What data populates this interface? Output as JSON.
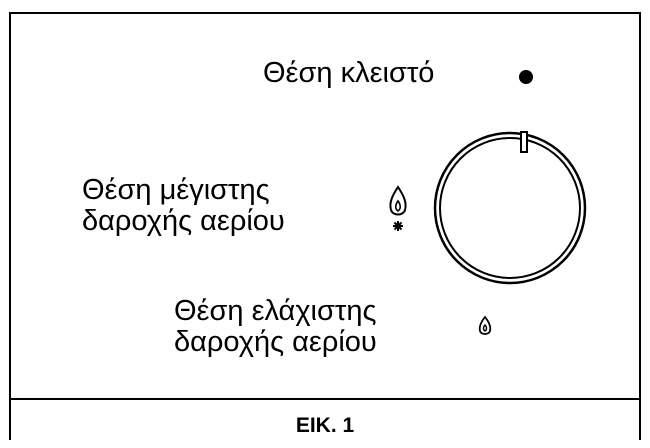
{
  "labels": {
    "closed": "Θέση κλειστό",
    "max_line1": "Θέση μέγιστης",
    "max_line2": "δαροχής αερίου",
    "min_line1": "Θέση ελάχιστης",
    "min_line2": "δαροχής αερίου"
  },
  "caption": "ΕΙΚ. 1",
  "icons": {
    "closed_marker": "filled-dot-icon",
    "max_marker": "large-flame-icon",
    "min_marker": "small-flame-icon",
    "knob": "control-knob",
    "knob_indicator": "knob-indicator-notch"
  },
  "colors": {
    "ink": "#000000",
    "background": "#ffffff"
  }
}
